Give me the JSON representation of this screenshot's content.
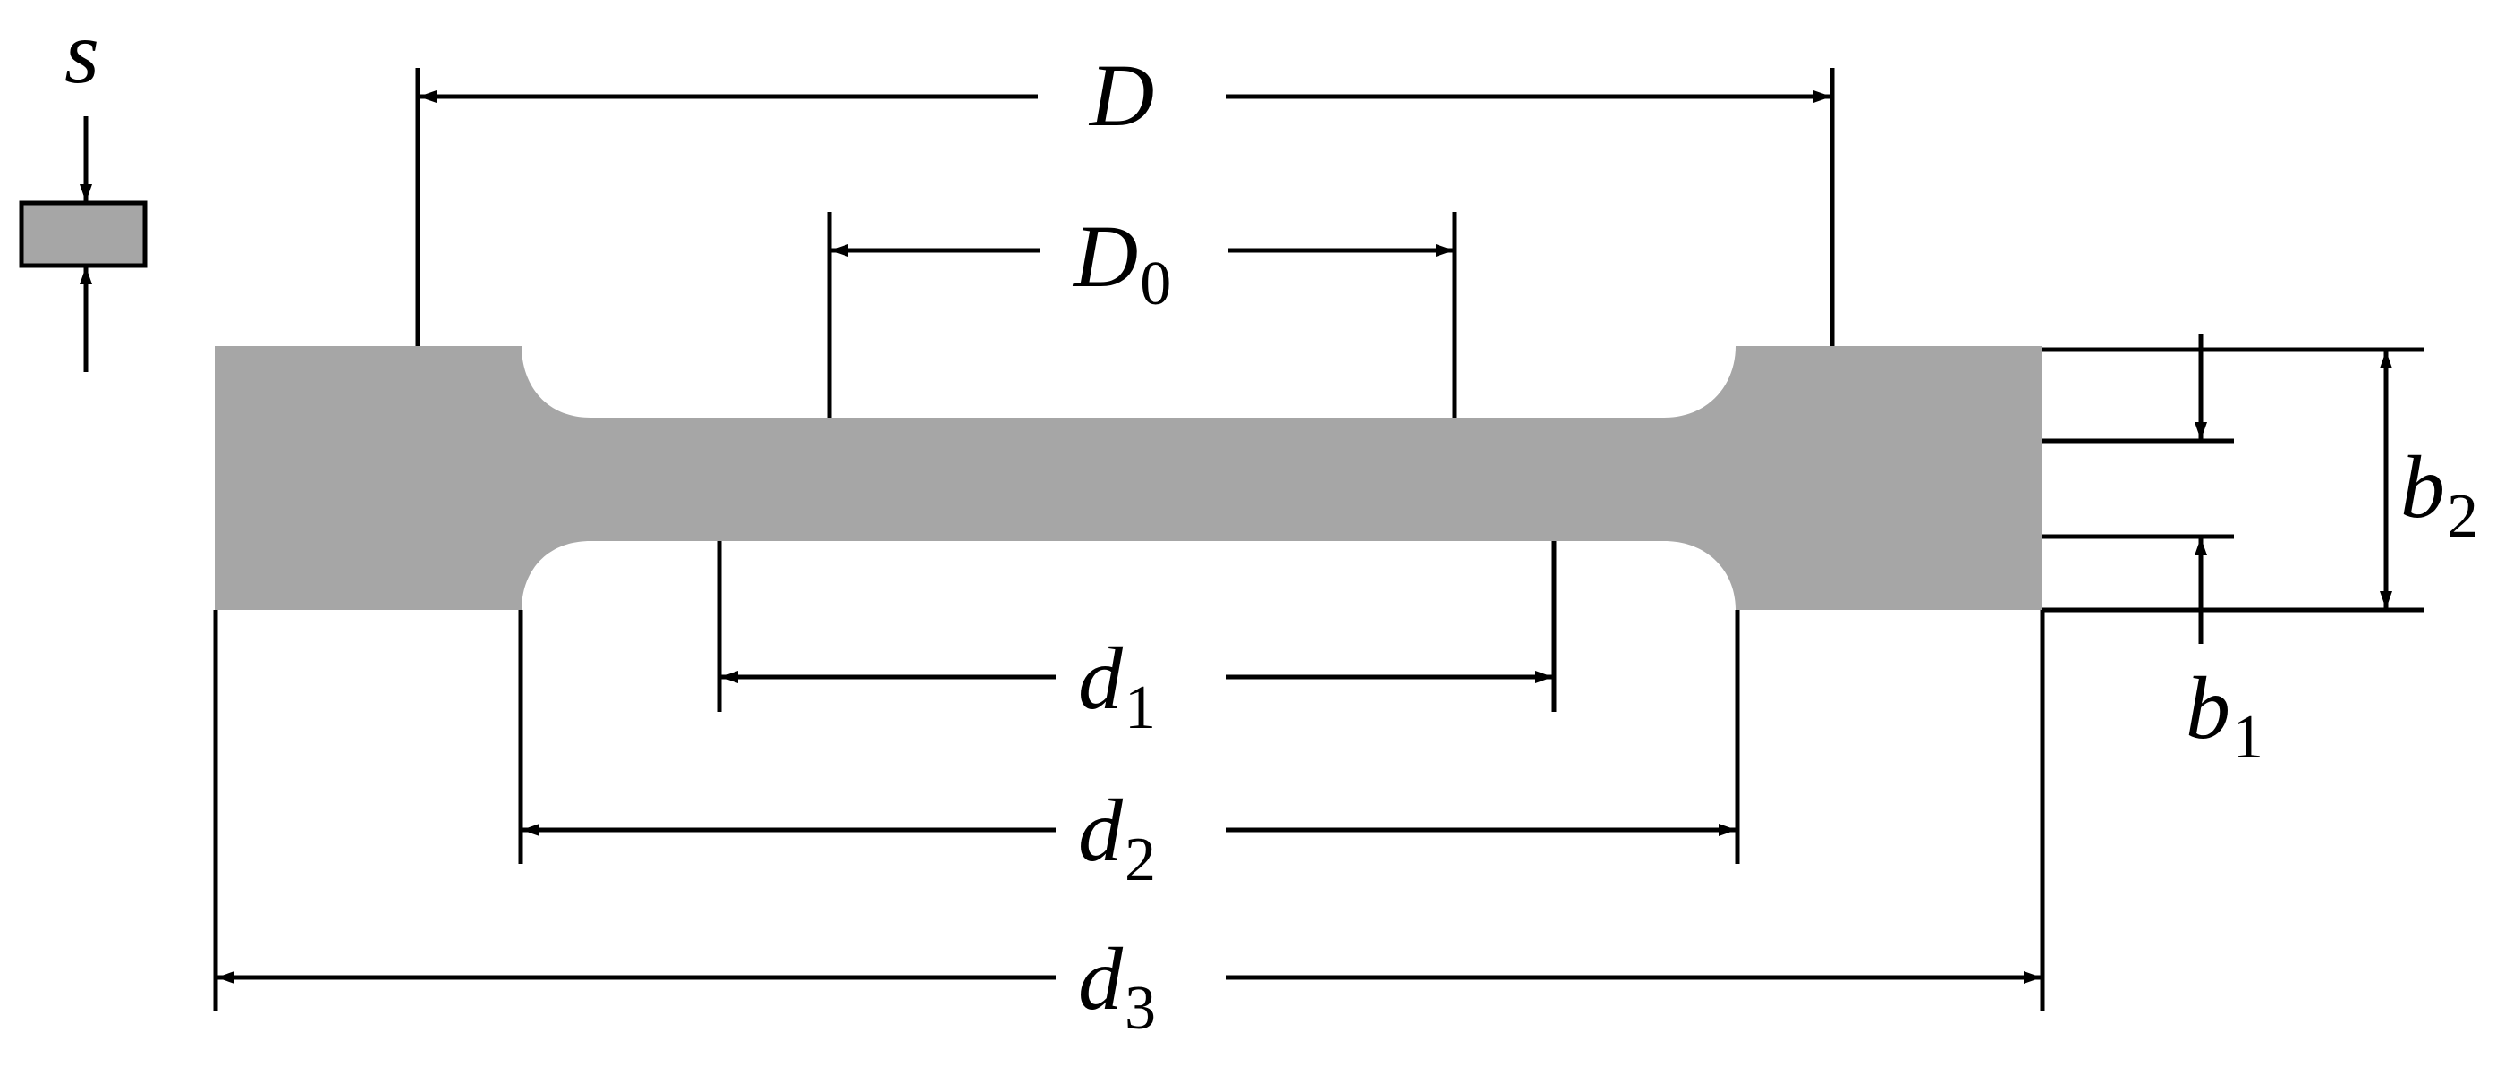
{
  "diagram": {
    "colors": {
      "specimen_fill": "#a6a6a6",
      "line": "#000000",
      "background": "#ffffff"
    },
    "labels": {
      "s": {
        "main": "s",
        "sub": ""
      },
      "D": {
        "main": "D",
        "sub": ""
      },
      "D0": {
        "main": "D",
        "sub": "0"
      },
      "d1": {
        "main": "d",
        "sub": "1"
      },
      "d2": {
        "main": "d",
        "sub": "2"
      },
      "d3": {
        "main": "d",
        "sub": "3"
      },
      "b1": {
        "main": "b",
        "sub": "1"
      },
      "b2": {
        "main": "b",
        "sub": "2"
      }
    }
  }
}
